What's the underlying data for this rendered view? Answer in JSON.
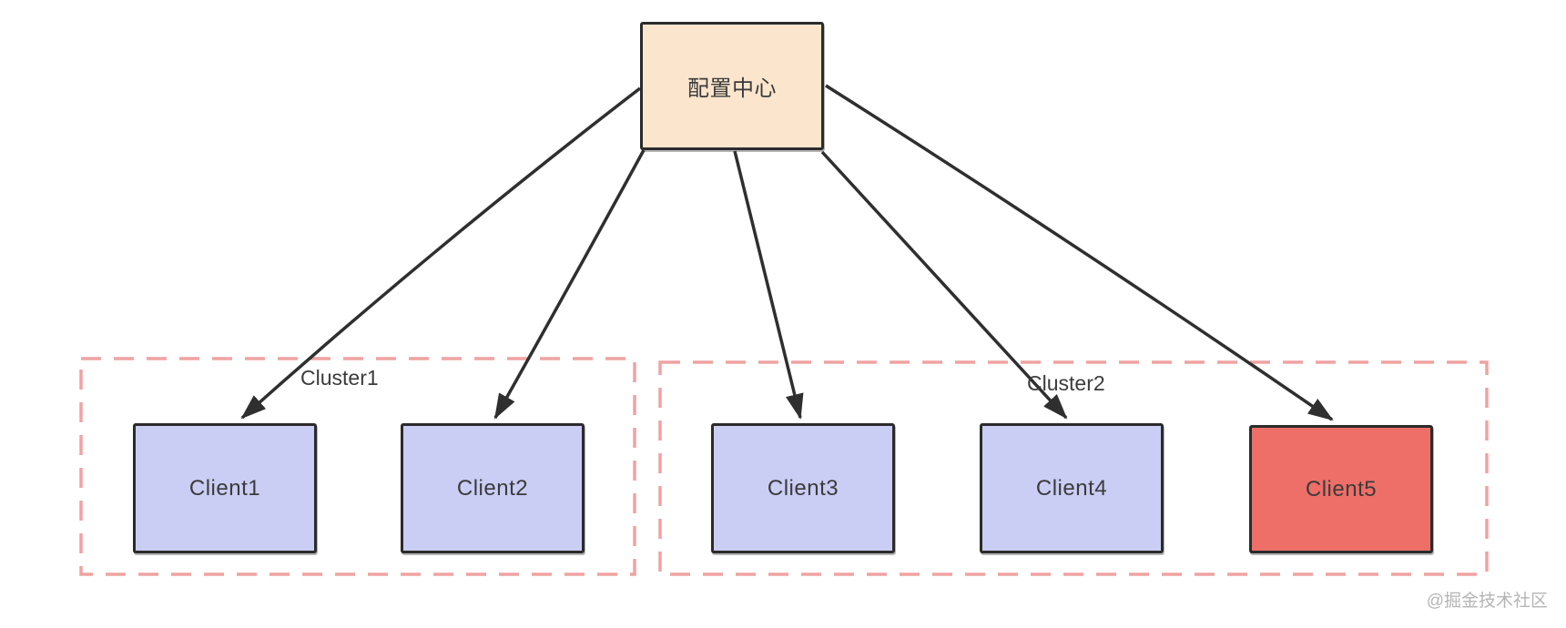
{
  "diagram": {
    "config_center": {
      "label": "配置中心"
    },
    "clusters": [
      {
        "label": "Cluster1",
        "clients": [
          {
            "label": "Client1",
            "variant": "normal"
          },
          {
            "label": "Client2",
            "variant": "normal"
          }
        ]
      },
      {
        "label": "Cluster2",
        "clients": [
          {
            "label": "Client3",
            "variant": "normal"
          },
          {
            "label": "Client4",
            "variant": "normal"
          },
          {
            "label": "Client5",
            "variant": "highlight"
          }
        ]
      }
    ],
    "edges": [
      {
        "from": "配置中心",
        "to": "Client1"
      },
      {
        "from": "配置中心",
        "to": "Client2"
      },
      {
        "from": "配置中心",
        "to": "Client3"
      },
      {
        "from": "配置中心",
        "to": "Client4"
      },
      {
        "from": "配置中心",
        "to": "Client5"
      }
    ],
    "watermark": "@掘金技术社区",
    "colors": {
      "config_fill": "#fbe5cd",
      "client_fill": "#cacdf4",
      "highlight_fill": "#ee6f68",
      "box_border": "#2b2b2b",
      "cluster_border": "#efa3a2",
      "arrow": "#2f2f2f",
      "watermark": "#b5b5b5"
    }
  }
}
